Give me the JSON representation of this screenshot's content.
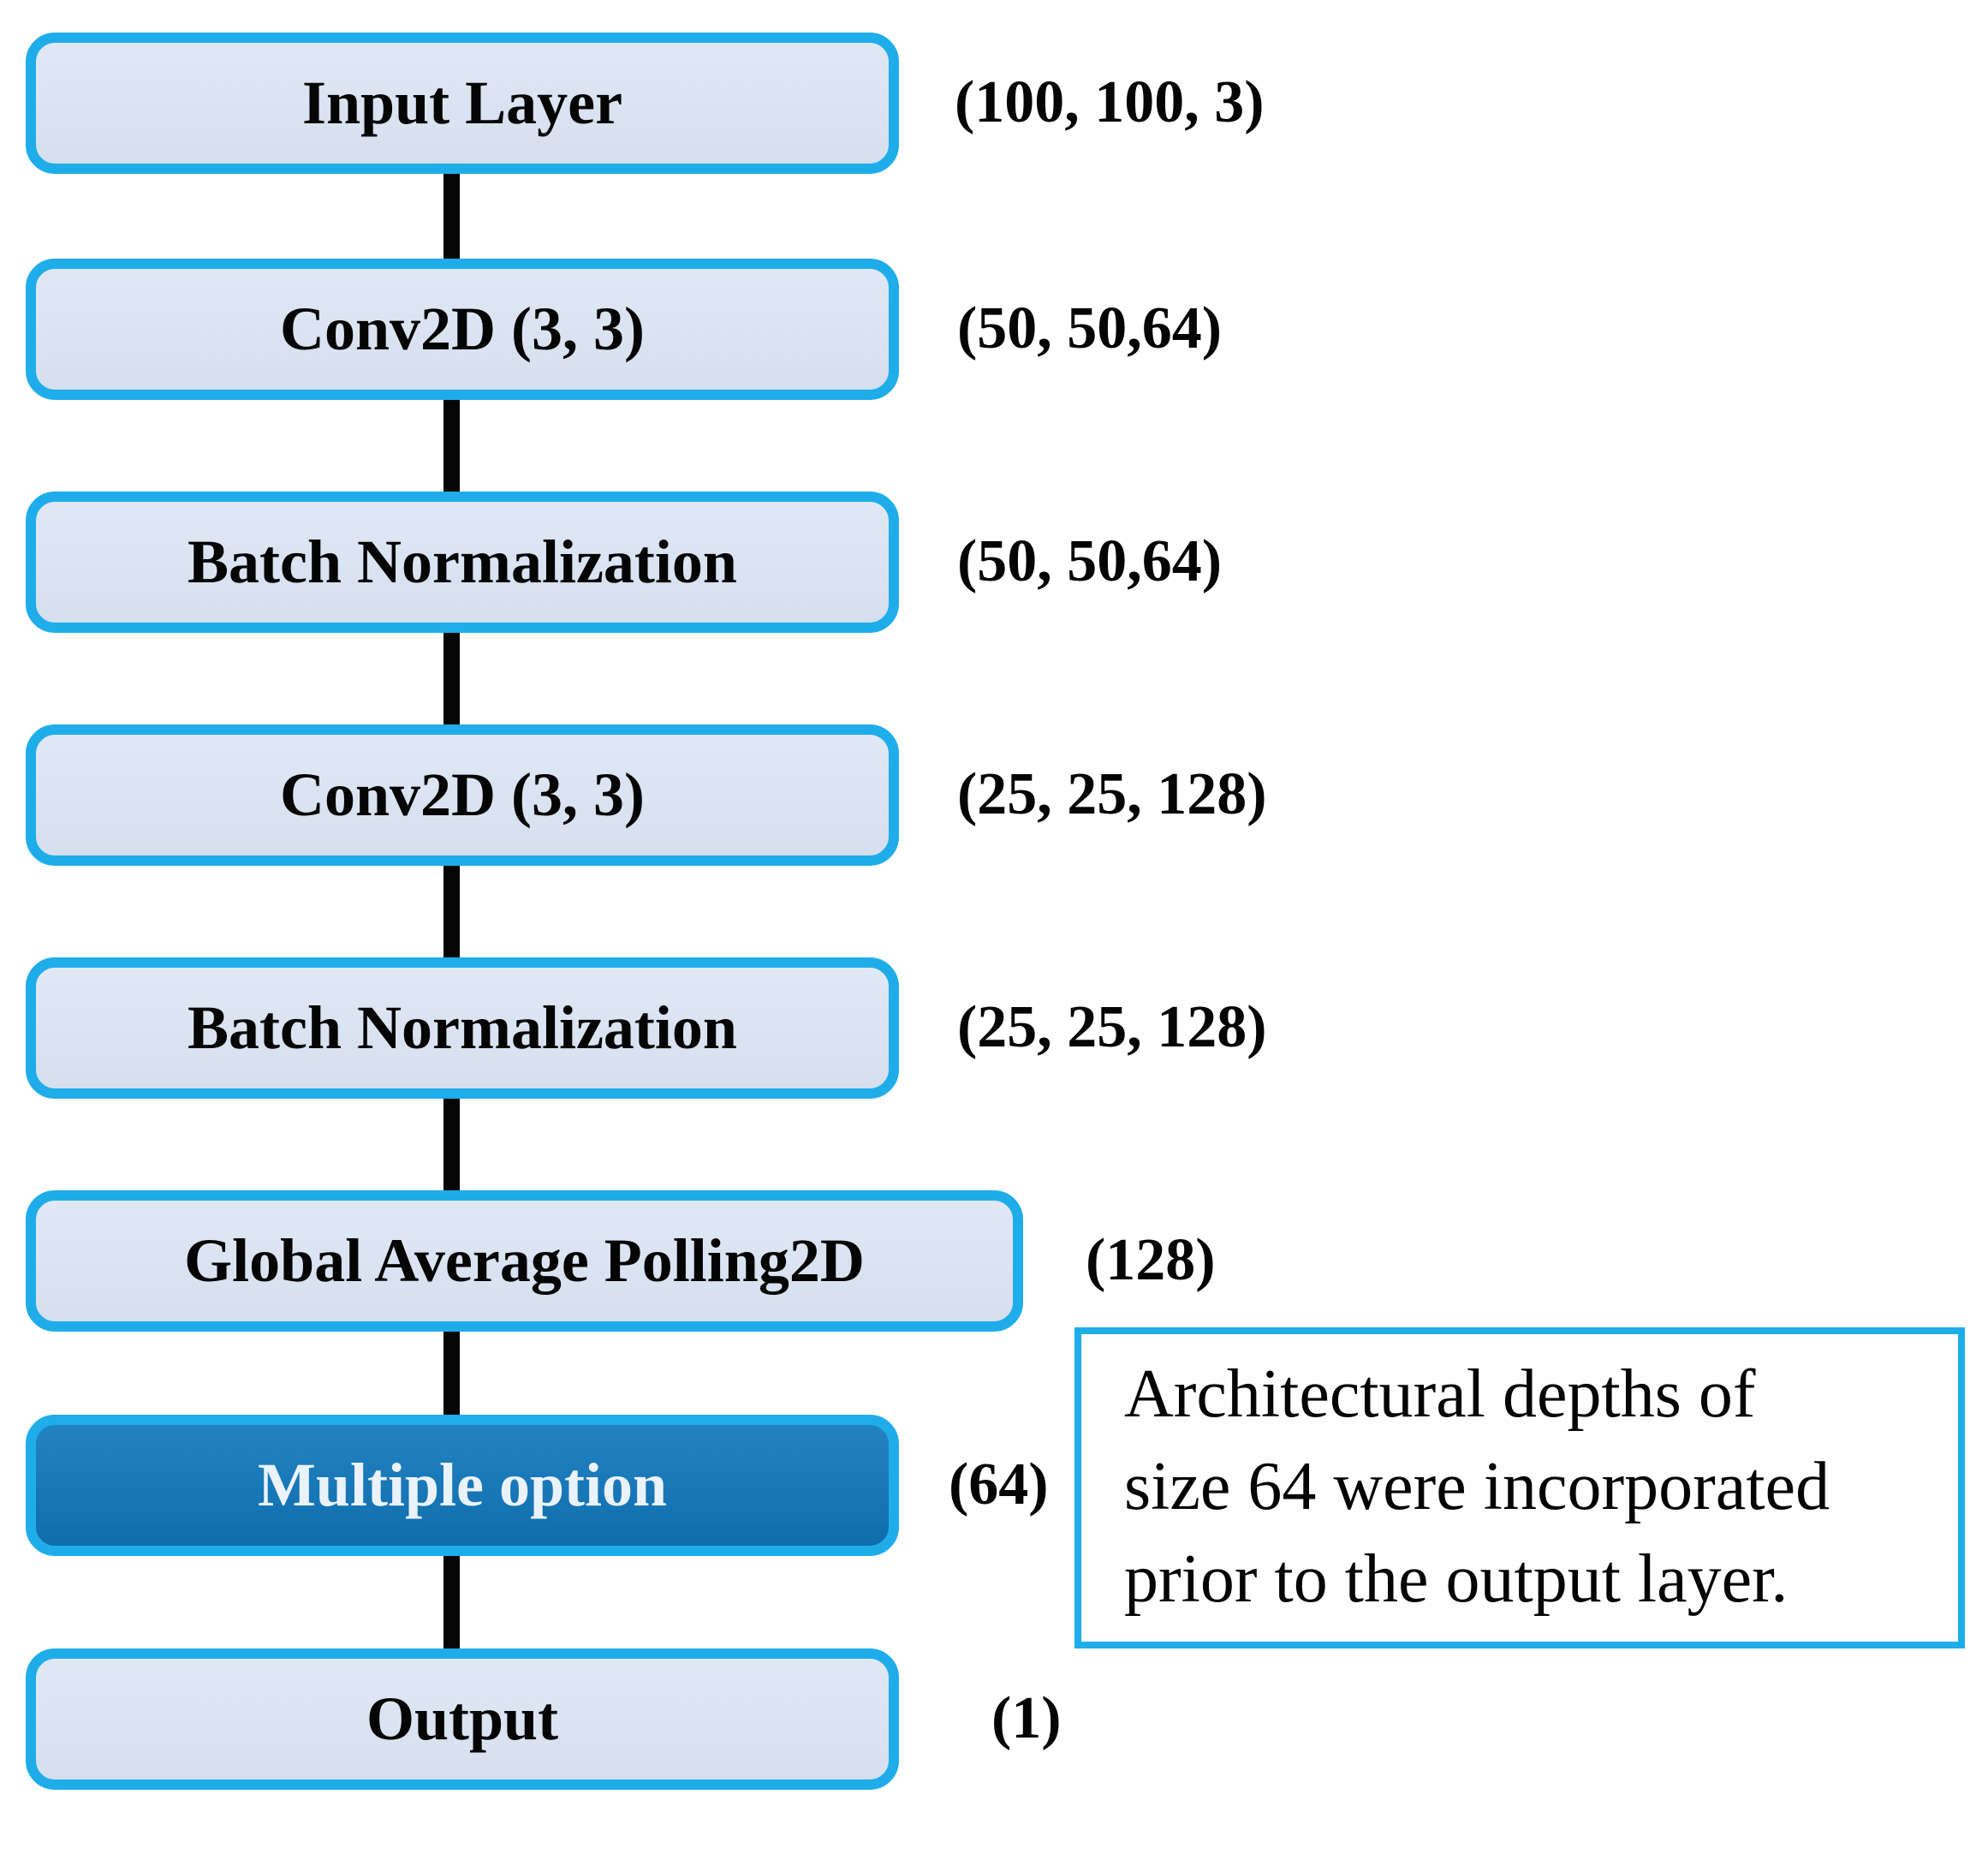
{
  "figure": {
    "layers": [
      {
        "label": "Input Layer",
        "dim": "(100, 100, 3)"
      },
      {
        "label": "Conv2D (3, 3)",
        "dim": "(50, 50,64)"
      },
      {
        "label": "Batch Normalization",
        "dim": "(50, 50,64)"
      },
      {
        "label": "Conv2D (3, 3)",
        "dim": "(25, 25, 128)"
      },
      {
        "label": "Batch Normalization",
        "dim": "(25, 25, 128)"
      },
      {
        "label": "Global Average Polling2D",
        "dim": "(128)"
      },
      {
        "label": "Multiple option",
        "dim": "(64)"
      },
      {
        "label": "Output",
        "dim": "(1)"
      }
    ],
    "annotation": "Architectural depths of size 64 were incorporated prior to the output layer."
  },
  "colors": {
    "border_cyan": "#1fadea",
    "light_fill_top": "#e0e8f5",
    "light_fill_bottom": "#d5dfee",
    "dark_fill_top": "#2383c2",
    "dark_fill_bottom": "#0f6dac",
    "dark_box_text": "#eaf2fb",
    "text_black": "#050505",
    "connector_black": "#060606",
    "note_bg": "#fefefe"
  }
}
